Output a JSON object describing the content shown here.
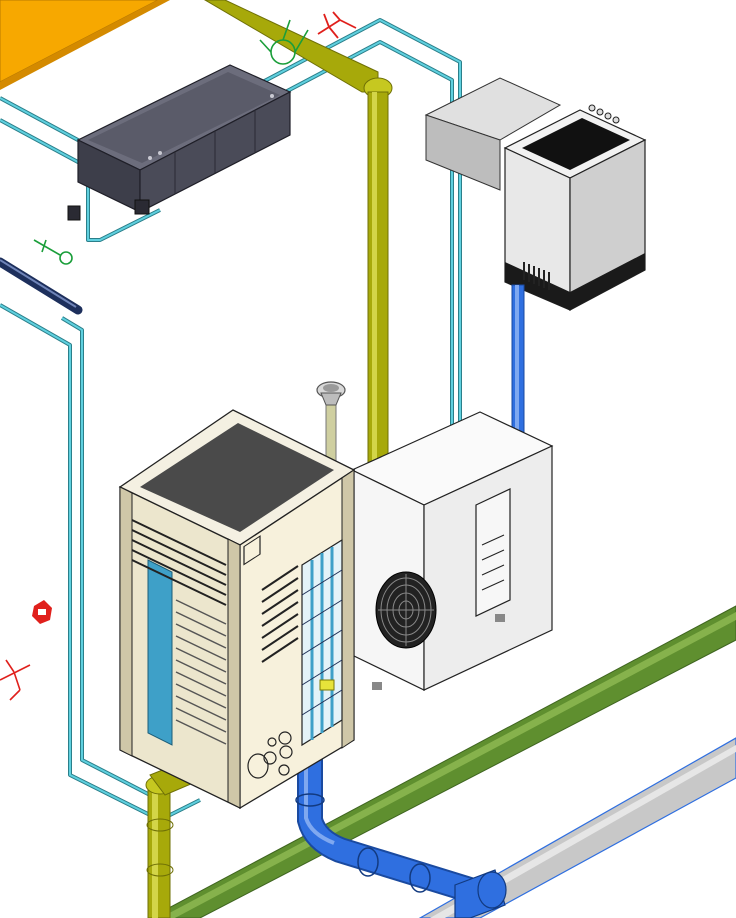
{
  "view": {
    "kind": "isometric-hvac-model-view"
  },
  "colors": {
    "background": "#ffffff",
    "duct_orange": "#f7a800",
    "gas_pipe_yellow": "#a7a90a",
    "drain_pipe_blue": "#2f6fe0",
    "refrigerant_line_cyan": "#38b7c9",
    "main_pipe_green": "#5f8f2f",
    "main_pipe_grey": "#c8c8c8",
    "indoor_unit_dark": "#4a4b58",
    "outdoor_cabinet_cream": "#f7f1dc",
    "heat_pump_white": "#f6f6f6",
    "insulated_line_navy": "#1d2f5c",
    "annotation_red": "#e0201c",
    "annotation_green": "#1a9e3a"
  },
  "components": [
    {
      "id": "supply-duct",
      "icon": "duct"
    },
    {
      "id": "ceiling-cassette-unit",
      "icon": "fan-coil"
    },
    {
      "id": "wall-boiler-unit",
      "icon": "boiler"
    },
    {
      "id": "flue-terminal",
      "icon": "flue-cap"
    },
    {
      "id": "vrf-outdoor-unit",
      "icon": "condenser"
    },
    {
      "id": "heat-pump-unit",
      "icon": "fan"
    },
    {
      "id": "green-main-pipe",
      "icon": "pipe"
    },
    {
      "id": "grey-main-pipe",
      "icon": "pipe"
    }
  ],
  "annotations": [
    {
      "id": "valve-symbol-top",
      "color": "annotation_red"
    },
    {
      "id": "valve-symbol-left",
      "color": "annotation_red"
    },
    {
      "id": "tag-symbol-left",
      "color": "annotation_red"
    },
    {
      "id": "loop-symbol-top",
      "color": "annotation_green"
    },
    {
      "id": "loop-symbol-left",
      "color": "annotation_green"
    }
  ]
}
